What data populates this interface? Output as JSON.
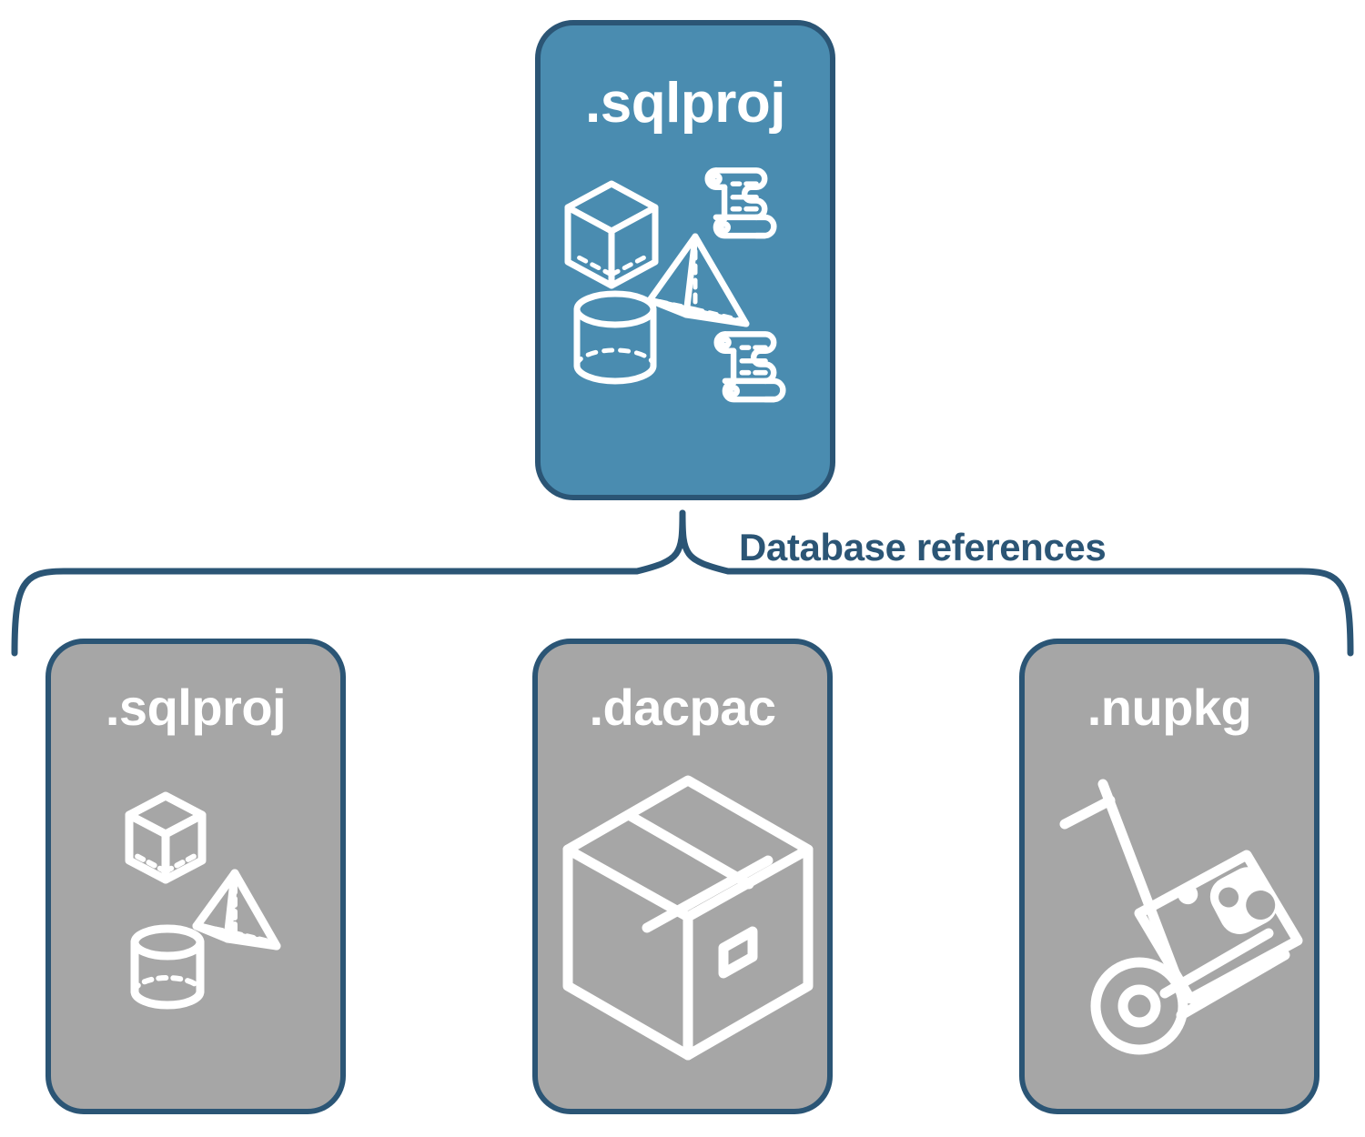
{
  "diagram": {
    "title": "Database references",
    "colors": {
      "root_card_fill": "#4a8cb0",
      "reference_card_fill": "#a6a6a6",
      "border": "#2b5575",
      "label_text": "#2b5575",
      "card_text": "#ffffff",
      "icon_stroke": "#ffffff",
      "background": "#ffffff"
    },
    "root": {
      "label": ".sqlproj",
      "icons": [
        "scroll-icon",
        "wireframe-cube-icon",
        "wireframe-pyramid-icon",
        "wireframe-cylinder-icon",
        "scroll-icon"
      ]
    },
    "connector": {
      "type": "curly-brace",
      "label": "Database references"
    },
    "references": [
      {
        "label": ".sqlproj",
        "icons": [
          "wireframe-cube-icon",
          "wireframe-pyramid-icon",
          "wireframe-cylinder-icon"
        ]
      },
      {
        "label": ".dacpac",
        "icons": [
          "package-box-icon"
        ]
      },
      {
        "label": ".nupkg",
        "icons": [
          "hand-truck-nuget-icon"
        ]
      }
    ]
  }
}
